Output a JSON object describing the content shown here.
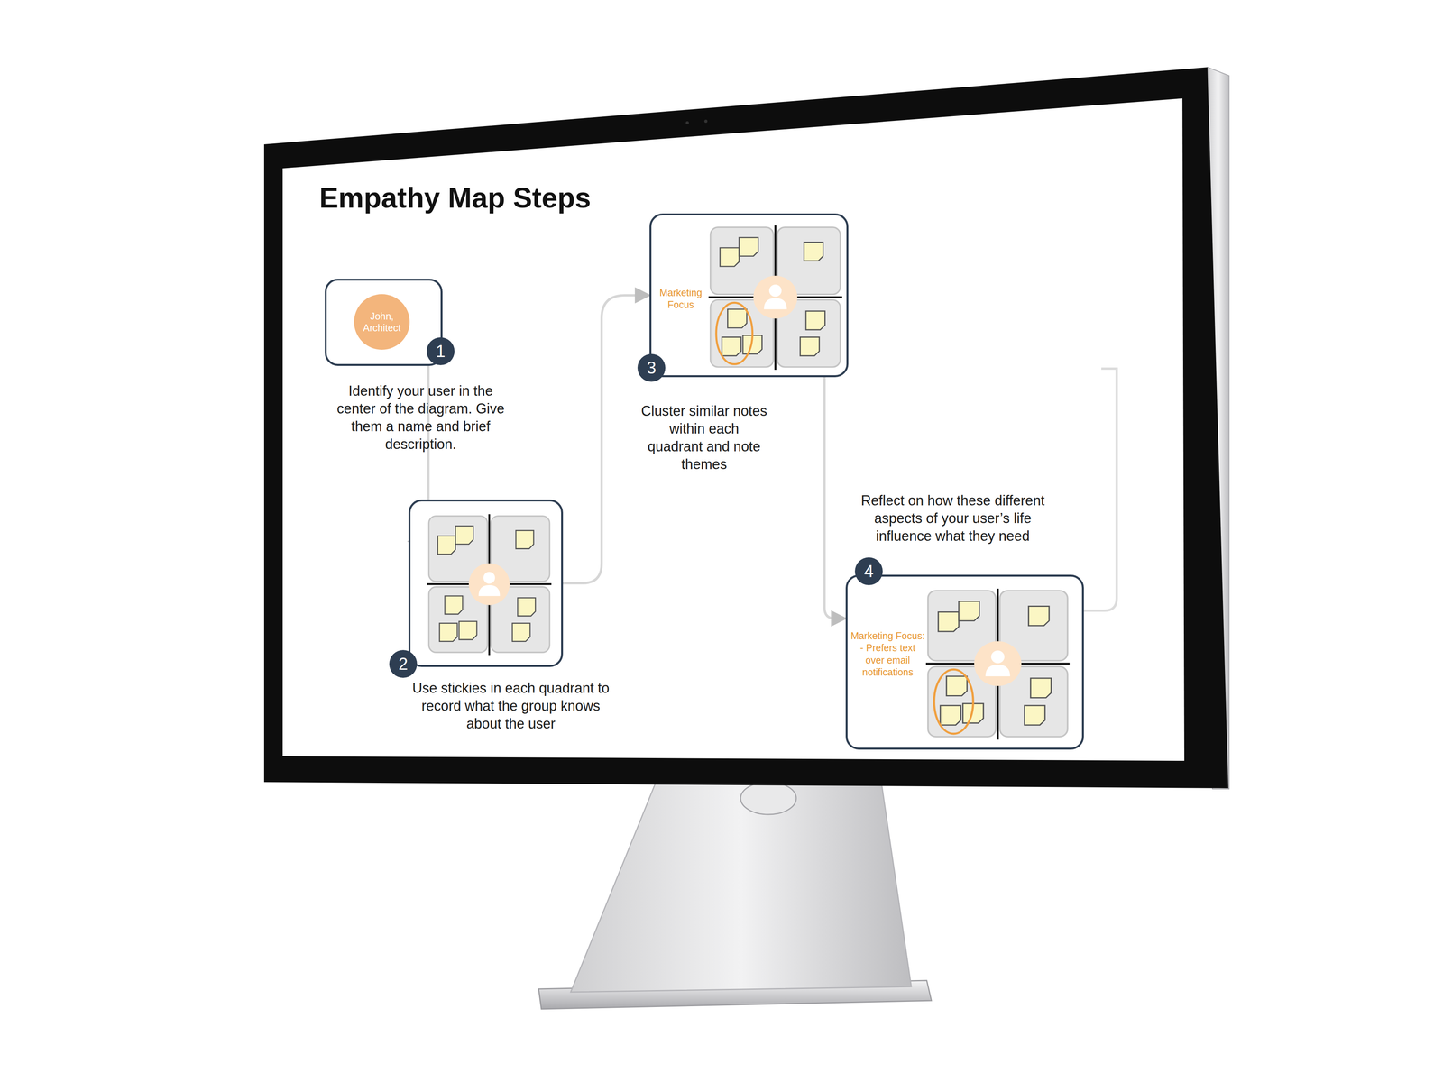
{
  "diagram": {
    "title": "Empathy Map Steps",
    "nodes": [
      {
        "text": [
          "Identify your user in the center of the diagram. Give them a name and brief description."
        ]
      },
      {
        "text": [
          "John, Architect"
        ],
        "in": 0
      },
      {
        "text": [
          "Use stickies in each quadrant to record what the group knows about the user"
        ]
      },
      {
        "text": [
          "Cluster similar notes within each quadrant and note themes"
        ]
      },
      {
        "text": [
          "Reflect on how these different aspects of your user’s life influence what they need"
        ]
      }
    ],
    "edges": [
      {
        "from": 0,
        "to": 2,
        "arrow": "to"
      },
      {
        "from": 2,
        "to": 3,
        "arrow": "to"
      },
      {
        "from": 3,
        "to": 4,
        "arrow": "to"
      }
    ],
    "labels": [
      "1",
      "2",
      "3",
      "4",
      "Marketing Focus",
      "Marketing Focus: - Prefers text over email notifications"
    ]
  }
}
